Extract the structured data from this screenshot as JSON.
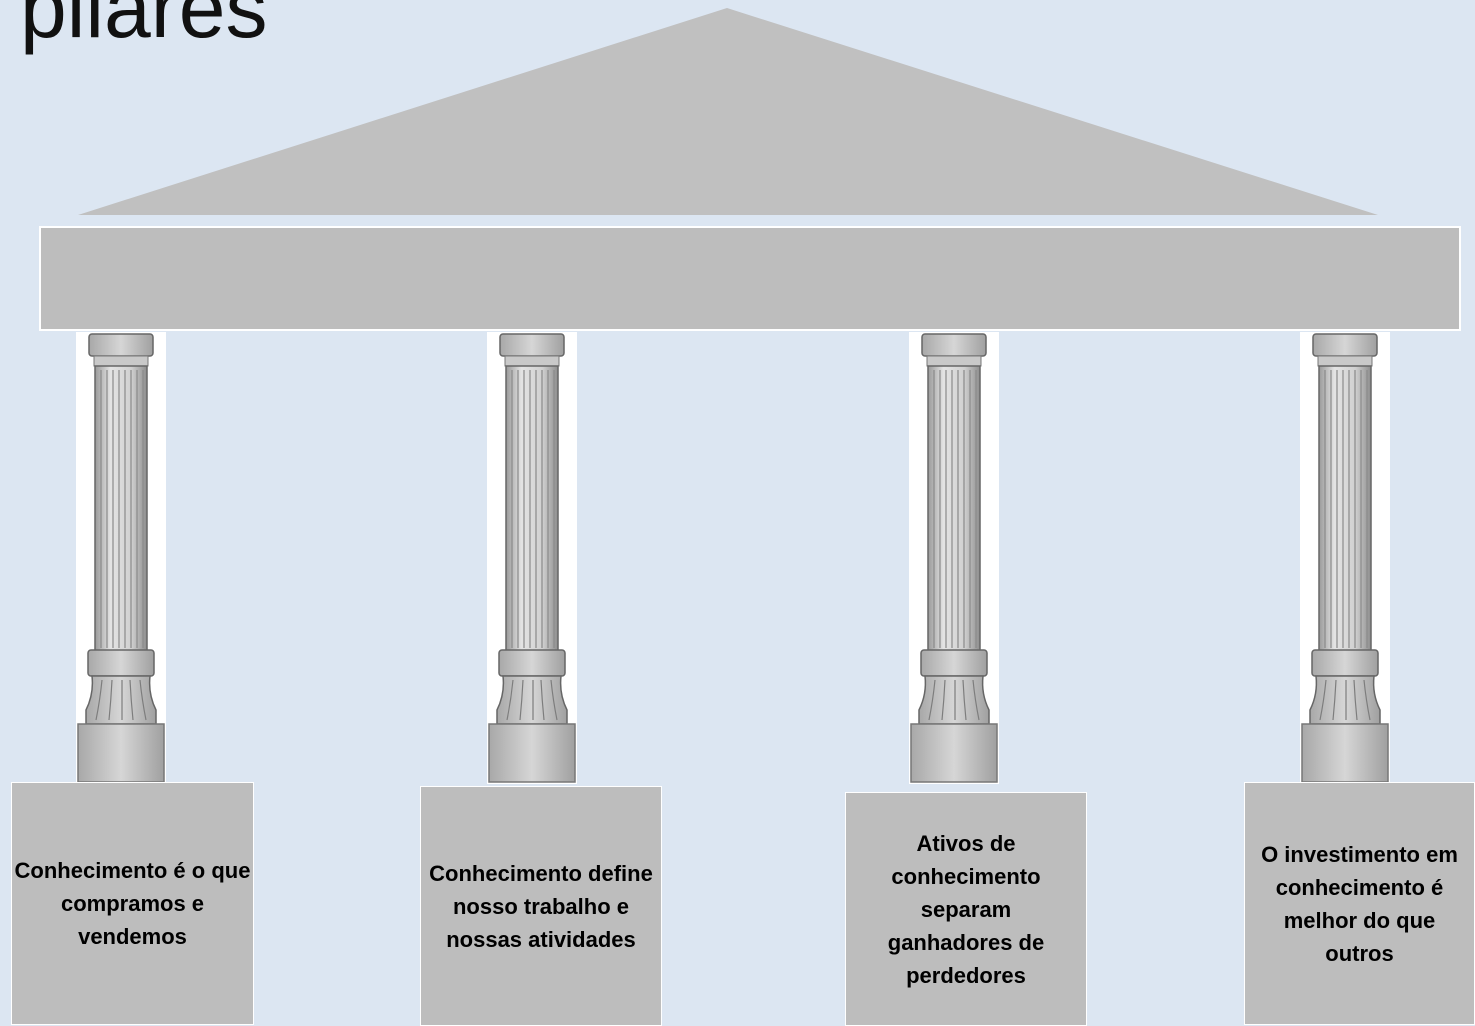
{
  "title": "pilares",
  "pillars": [
    {
      "text": "Conhecimento  é o que compramos e vendemos"
    },
    {
      "text": "Conhecimento define nosso trabalho e nossas atividades"
    },
    {
      "text": "Ativos de conhecimento separam ganhadores de perdedores"
    },
    {
      "text": "O investimento em conhecimento  é melhor do que outros"
    }
  ],
  "colors": {
    "background": "#dce6f2",
    "stone": "#bdbdbd"
  }
}
